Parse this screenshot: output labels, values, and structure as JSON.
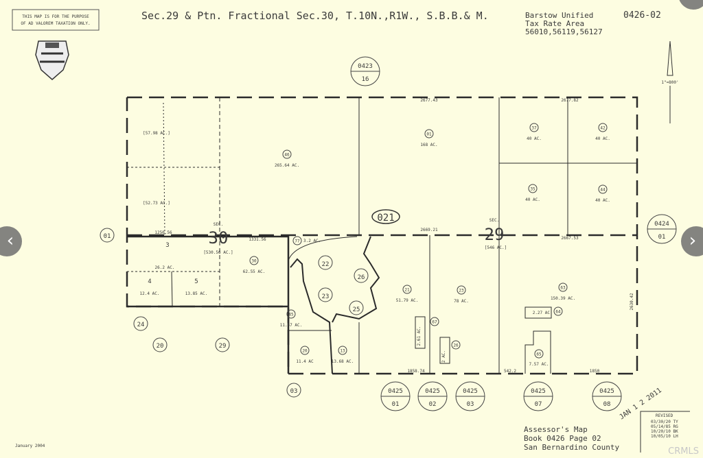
{
  "map": {
    "disclaimer": [
      "THIS MAP IS FOR THE PURPOSE",
      "OF AD VALOREM TAXATION ONLY."
    ],
    "title": "Sec.29 & Ptn. Fractional Sec.30, T.10N.,R1W., S.B.B.& M.",
    "district": [
      "Barstow Unified",
      "Tax Rate Area",
      "56010,56119,56127"
    ],
    "map_number": "0426-02",
    "scale": "1\"=800'",
    "date": "January 2004",
    "stamp": "JAN 1 2 2011",
    "footer": [
      "Assessor's Map",
      "Book 0426 Page 02",
      "San Bernardino County"
    ],
    "revised": {
      "label": "REVISED",
      "entries": [
        "03/30/20 TY",
        "05/14/85 RG",
        "10/20/10 BK",
        "10/05/10 LH"
      ]
    },
    "sections": {
      "sec_label": "SEC.",
      "sec30": "30",
      "sec29": "29",
      "sec30_area": "[530.56 AC.]",
      "sec29_area": "[546 AC.]"
    },
    "block": "021",
    "adjacent_pages": [
      {
        "book": "0423",
        "page": "16"
      },
      {
        "book": "0424",
        "page": "01"
      },
      {
        "book": "0425",
        "page": "01"
      },
      {
        "book": "0425",
        "page": "02"
      },
      {
        "book": "0425",
        "page": "03"
      },
      {
        "book": "0425",
        "page": "07"
      },
      {
        "book": "0425",
        "page": "08"
      }
    ],
    "adjacent_parcels": [
      "01",
      "24",
      "20",
      "29",
      "03"
    ],
    "large_parcels": [
      "22",
      "26",
      "23",
      "25"
    ],
    "parcels": [
      {
        "num": "46",
        "area": "265.64 AC."
      },
      {
        "num": "01",
        "area": "168 AC."
      },
      {
        "num": "37",
        "area": "40 AC."
      },
      {
        "num": "42",
        "area": "40 AC."
      },
      {
        "num": "35",
        "area": "40 AC."
      },
      {
        "num": "44",
        "area": "40 AC."
      },
      {
        "num": "30",
        "area": "62.55 AC."
      },
      {
        "num": "21",
        "area": "51.79 AC."
      },
      {
        "num": "23",
        "area": "78 AC."
      },
      {
        "num": "63",
        "area": "150.39 AC."
      },
      {
        "num": "45",
        "area": "11.47 AC."
      },
      {
        "num": "20",
        "area": "11.4 AC"
      },
      {
        "num": "13",
        "area": "13.68 AC."
      },
      {
        "num": "77",
        "area": "3.2 AC."
      },
      {
        "num": "64",
        "area": "2.27 AC"
      },
      {
        "num": "67",
        "area": "2.61 AC."
      },
      {
        "num": "26",
        "area": "2 AC."
      },
      {
        "num": "65",
        "area": "7.57 AC."
      }
    ],
    "bracket_areas": [
      "[57.98 AC.]",
      "[52.73 AC.]"
    ],
    "lots": [
      {
        "num": "3",
        "area": "26.2 AC."
      },
      {
        "num": "4",
        "area": "12.4 AC."
      },
      {
        "num": "5",
        "area": "13.85 AC."
      }
    ],
    "dimensions": [
      "2677.43",
      "2677.82",
      "2669.21",
      "2667.53",
      "1250.56",
      "1331.56",
      "1858.74",
      "542.2",
      "1850",
      "2630.42"
    ]
  },
  "viewer": {
    "prev": "‹",
    "next": "›",
    "watermark": "CRMLS"
  },
  "colors": {
    "paper": "#fdfde1",
    "ink": "#3a3a3a",
    "nav": "#6e6e6e"
  }
}
